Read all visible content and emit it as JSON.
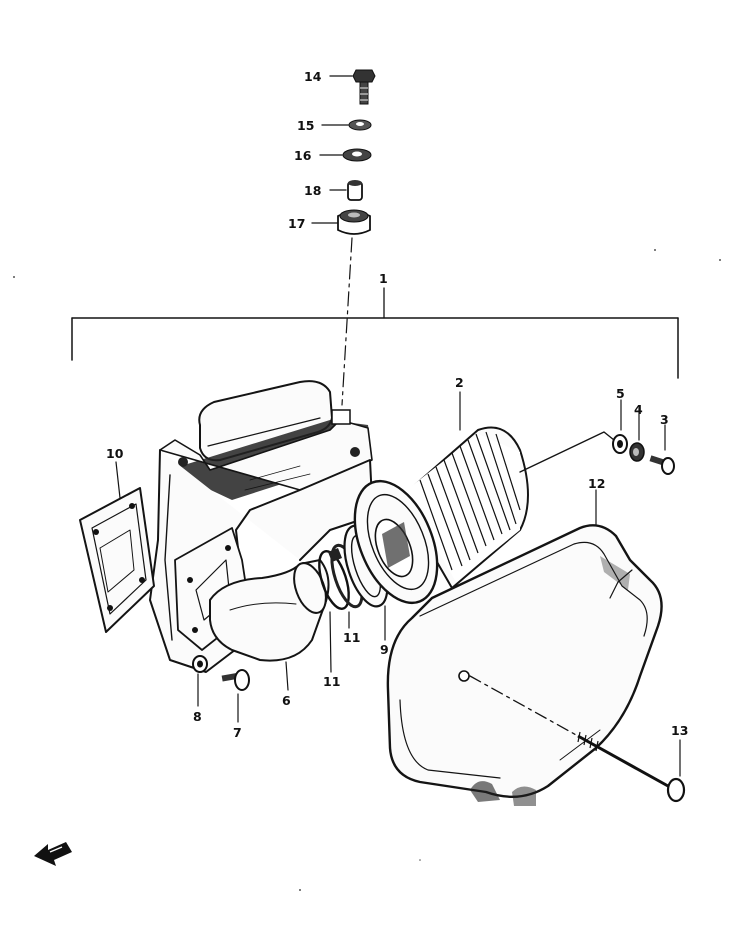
{
  "diagram": {
    "parts": [
      {
        "ref": "1",
        "name": "air-cleaner-assembly"
      },
      {
        "ref": "2",
        "name": "filter-element"
      },
      {
        "ref": "3",
        "name": "screw"
      },
      {
        "ref": "4",
        "name": "nut"
      },
      {
        "ref": "5",
        "name": "washer"
      },
      {
        "ref": "6",
        "name": "intake-pipe"
      },
      {
        "ref": "7",
        "name": "screw"
      },
      {
        "ref": "8",
        "name": "grommet"
      },
      {
        "ref": "9",
        "name": "clamp-ring"
      },
      {
        "ref": "10",
        "name": "gasket"
      },
      {
        "ref": "11",
        "name": "clamp"
      },
      {
        "ref": "11",
        "name": "clamp"
      },
      {
        "ref": "12",
        "name": "cover"
      },
      {
        "ref": "13",
        "name": "long-bolt"
      },
      {
        "ref": "14",
        "name": "bolt"
      },
      {
        "ref": "15",
        "name": "nut"
      },
      {
        "ref": "16",
        "name": "washer"
      },
      {
        "ref": "17",
        "name": "cushion"
      },
      {
        "ref": "18",
        "name": "spacer"
      }
    ],
    "labels": {
      "l14": "14",
      "l15": "15",
      "l16": "16",
      "l18": "18",
      "l17": "17",
      "l1": "1",
      "l2": "2",
      "l5": "5",
      "l4": "4",
      "l3": "3",
      "l10": "10",
      "l12": "12",
      "l9": "9",
      "l11a": "11",
      "l11b": "11",
      "l6": "6",
      "l8": "8",
      "l7": "7",
      "l13": "13"
    },
    "colors": {
      "ink": "#141414",
      "background": "#ffffff"
    },
    "icons": {
      "front_arrow": "front-direction-arrow-icon"
    }
  }
}
